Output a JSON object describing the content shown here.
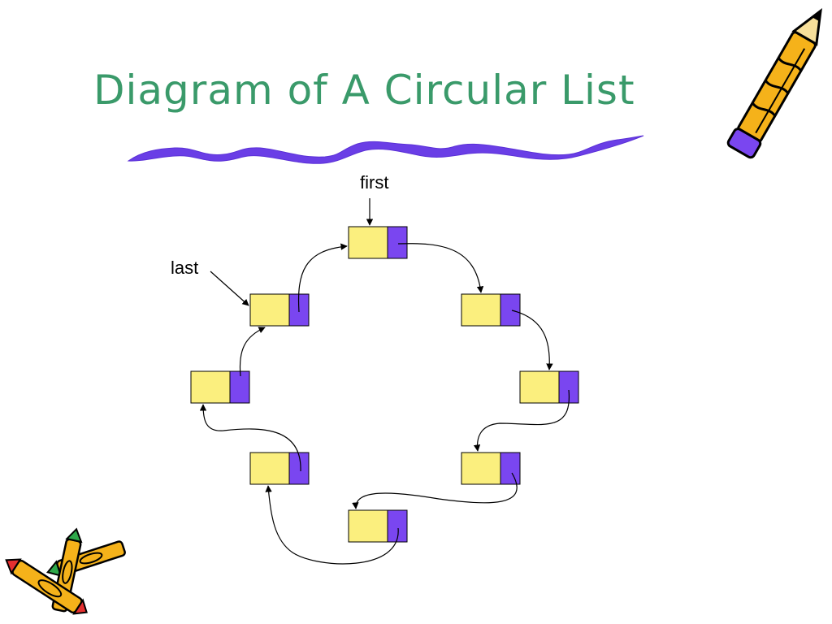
{
  "slide": {
    "title": "Diagram of A Circular List"
  },
  "diagram": {
    "pointers": {
      "first": "first",
      "last": "last"
    },
    "node_count": 8,
    "colors": {
      "title": "#3a9a6a",
      "node_data": "#fbef7e",
      "node_link": "#7a46f0",
      "underline": "#6a3ee6",
      "arrow": "#000000"
    }
  },
  "clipart": {
    "top_right": "pencil-icon",
    "bottom_left": "crayons-icon"
  }
}
